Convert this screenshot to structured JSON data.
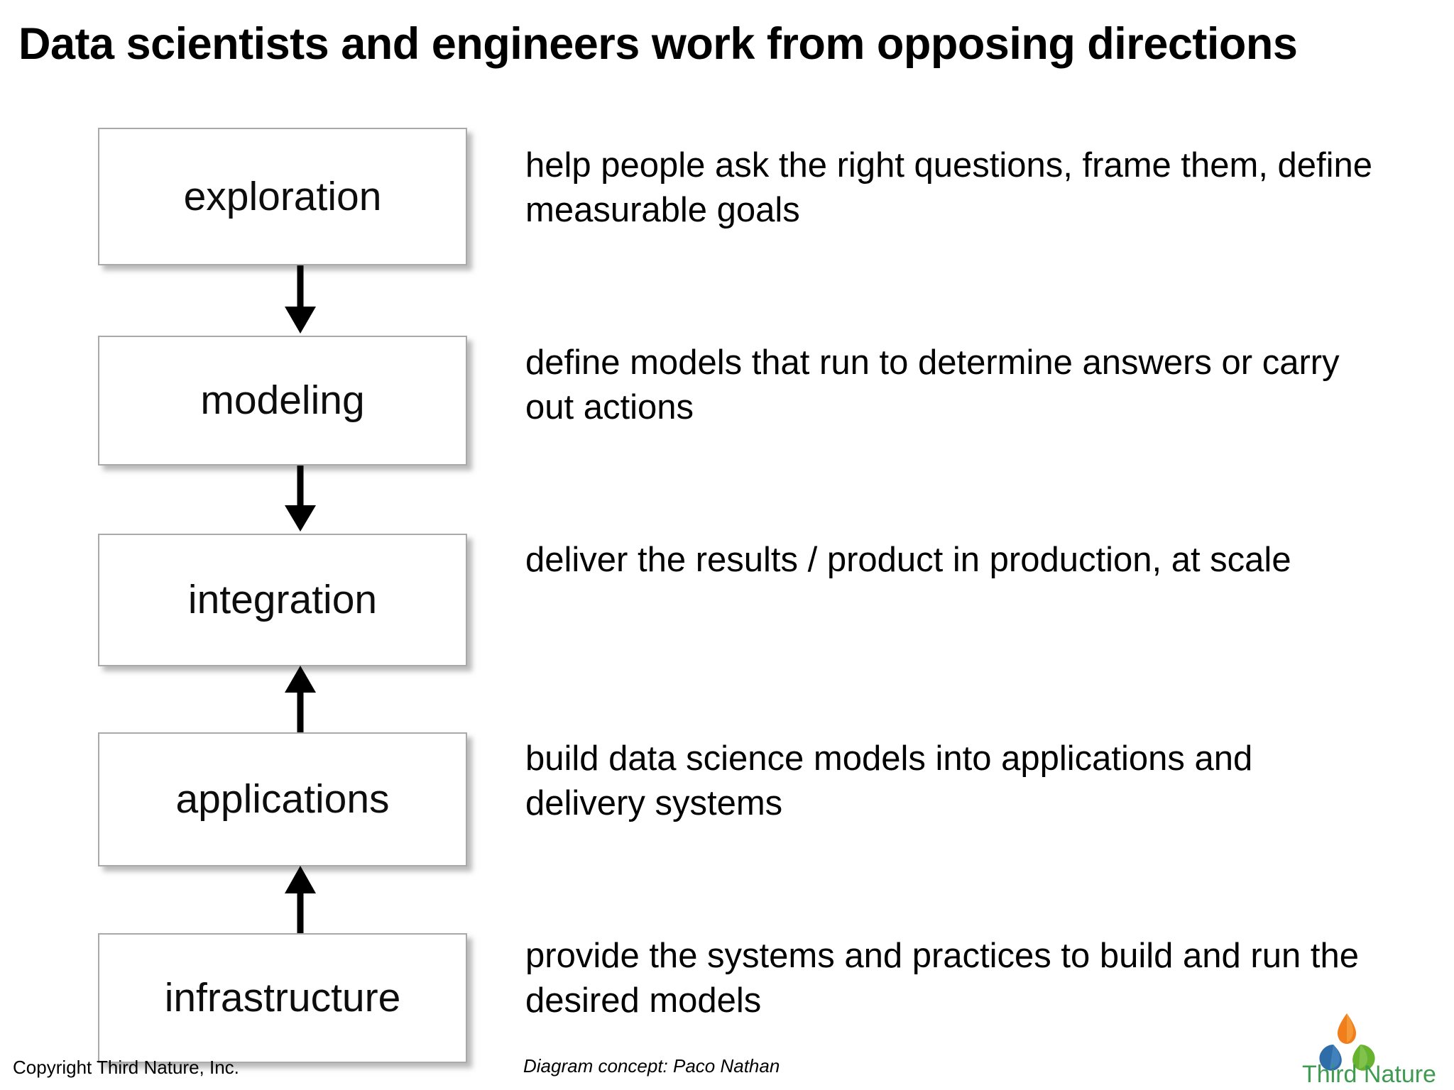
{
  "slide": {
    "title": "Data scientists and engineers work from opposing directions"
  },
  "diagram": {
    "concept_credit": "Diagram concept: Paco Nathan",
    "stages": [
      {
        "label": "exploration",
        "description": "help people ask the right questions, frame them, define measurable goals"
      },
      {
        "label": "modeling",
        "description": "define models that run to determine answers or carry out actions"
      },
      {
        "label": "integration",
        "description": "deliver the results / product in production, at scale"
      },
      {
        "label": "applications",
        "description": "build data science models into applications and delivery systems"
      },
      {
        "label": "infrastructure",
        "description": "provide the systems and practices to build and run the desired models"
      }
    ],
    "connectors": [
      {
        "from": "exploration",
        "to": "modeling",
        "direction": "down"
      },
      {
        "from": "modeling",
        "to": "integration",
        "direction": "down"
      },
      {
        "from": "applications",
        "to": "integration",
        "direction": "up"
      },
      {
        "from": "infrastructure",
        "to": "applications",
        "direction": "up"
      }
    ]
  },
  "footer": {
    "copyright": "Copyright Third Nature, Inc."
  },
  "logo": {
    "name": "Third Nature",
    "wordmark_first": "Third",
    "wordmark_second": "Nature",
    "colors": {
      "orange": "#EF7E1B",
      "blue": "#2E6DA8",
      "green": "#67B22E",
      "text_green": "#3E9B4F",
      "text_dark": "#444444"
    }
  },
  "colors": {
    "box_border": "#A9A9A9",
    "box_fill": "#FFFFFF",
    "text": "#000000",
    "shadow": "#828282"
  }
}
